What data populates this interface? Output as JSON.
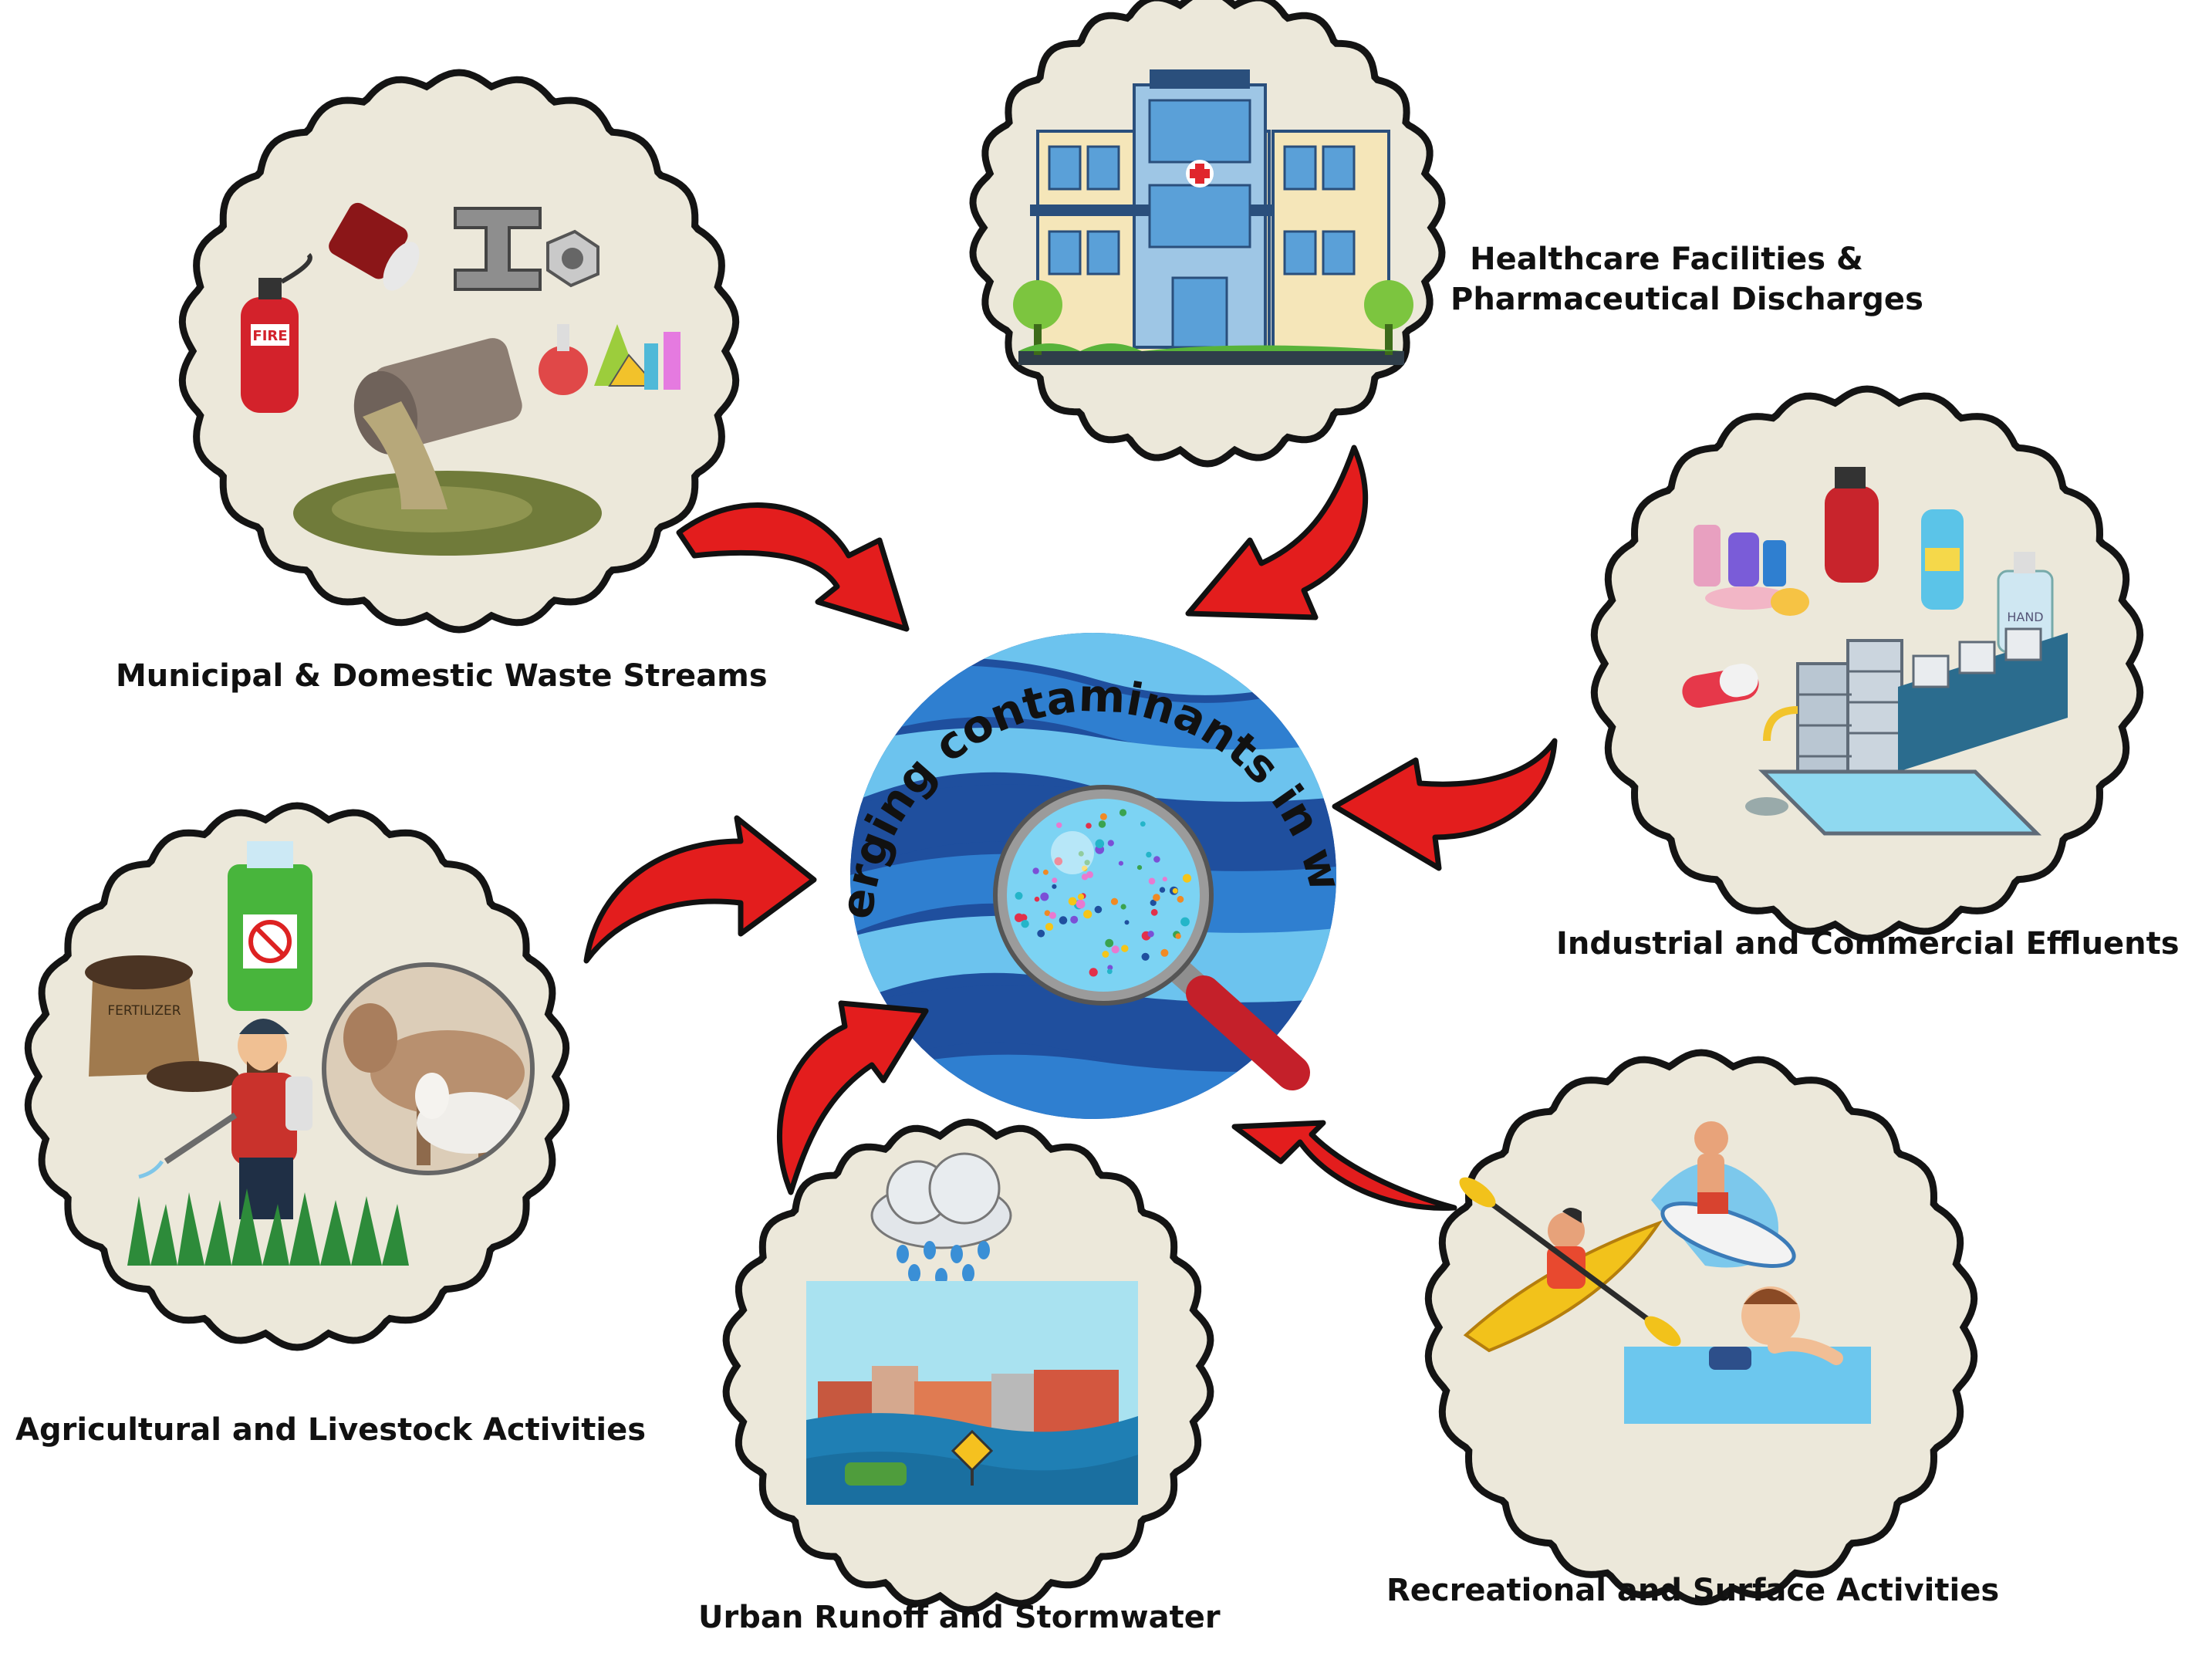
{
  "center": {
    "title": "Emerging contaminants in water",
    "colors": {
      "deep": "#1f4f9e",
      "mid": "#2f7fd0",
      "light": "#6cc3ee",
      "pale": "#a9e2f8",
      "lens_handle": "#c4202a"
    }
  },
  "sources": [
    {
      "id": "municipal",
      "label": "Municipal & Domestic Waste Streams",
      "icons": [
        "fire-extinguisher-icon",
        "paint-can-icon",
        "steel-beam-icon",
        "nut-icon",
        "lab-flask-icon",
        "sewage-pipe-icon"
      ]
    },
    {
      "id": "healthcare",
      "label_line1": "Healthcare Facilities &",
      "label_line2": "Pharmaceutical Discharges",
      "icons": [
        "hospital-building-icon",
        "red-cross-icon",
        "tree-icon"
      ]
    },
    {
      "id": "industrial",
      "label": "Industrial and Commercial Effluents",
      "icons": [
        "cosmetics-icon",
        "fire-extinguisher-icon",
        "detergent-bottle-icon",
        "hand-sanitizer-icon",
        "pill-capsule-icon",
        "factory-plant-icon"
      ]
    },
    {
      "id": "agricultural",
      "label": "Agricultural and Livestock Activities",
      "icons": [
        "pesticide-bottle-icon",
        "fertilizer-bag-icon",
        "farmer-spraying-icon",
        "cow-icon",
        "goat-icon",
        "grass-icon"
      ]
    },
    {
      "id": "urban",
      "label": "Urban Runoff and Stormwater",
      "icons": [
        "rain-cloud-icon",
        "flooded-street-icon",
        "warning-sign-icon"
      ]
    },
    {
      "id": "recreational",
      "label": "Recreational and Surface Activities",
      "icons": [
        "kayak-icon",
        "surfer-icon",
        "swimmer-icon"
      ]
    }
  ],
  "image_text": {
    "fire_label": "FIRE",
    "fertilizer_label": "FERTILIZER",
    "sanitizer_label": "HAND"
  },
  "colors": {
    "circle_fill": "#ece8da",
    "circle_stroke": "#141414",
    "arrow_red": "#e31d1d",
    "arrow_outline": "#111111",
    "label_text": "#111111"
  }
}
